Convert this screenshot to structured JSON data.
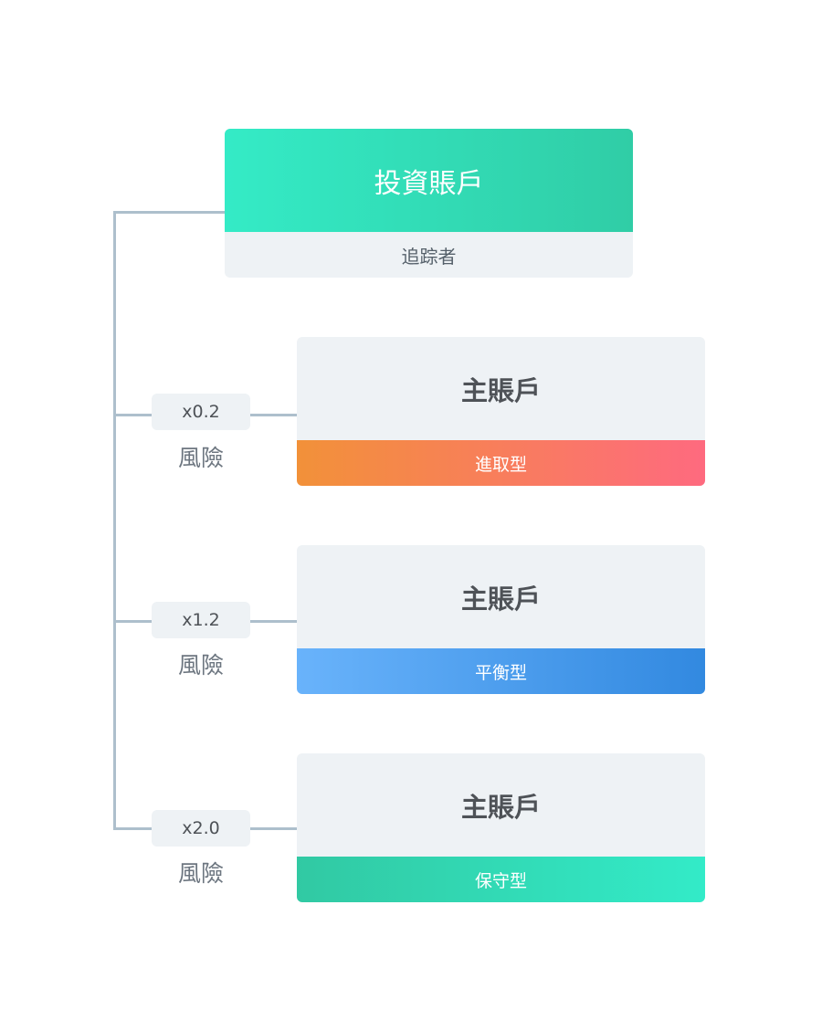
{
  "investor": {
    "title": "投資賬戶",
    "subtitle": "追踪者"
  },
  "risk_label": "風險",
  "links": [
    {
      "multiplier": "x0.2",
      "account_label": "主賬戶",
      "type_label": "進取型"
    },
    {
      "multiplier": "x1.2",
      "account_label": "主賬戶",
      "type_label": "平衡型"
    },
    {
      "multiplier": "x2.0",
      "account_label": "主賬戶",
      "type_label": "保守型"
    }
  ],
  "colors": {
    "investor_gradient": [
      "#34ebc6",
      "#30cda6"
    ],
    "aggressive_gradient": [
      "#f29139",
      "#fe6a7f"
    ],
    "balanced_gradient": [
      "#69b3fb",
      "#3289e0"
    ],
    "conservative_gradient": [
      "#31c9a3",
      "#33ebc8"
    ],
    "connector": "#adbfcc",
    "card_background": "#eef2f5"
  }
}
